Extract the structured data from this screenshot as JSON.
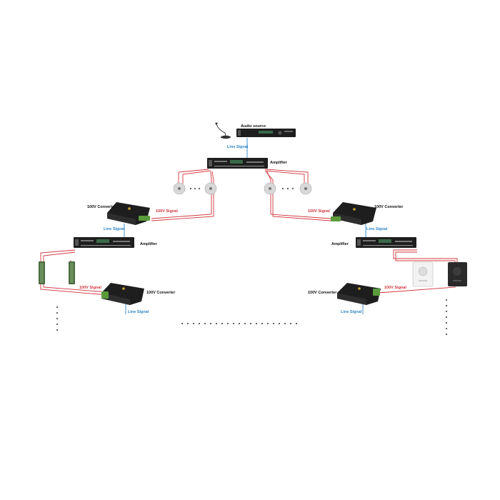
{
  "labels": {
    "audio_source": "Audio source",
    "amplifier": "Amplifier",
    "converter": "100V Converter",
    "line_signal": "Line Signal",
    "v100_signal": "100V Signal"
  },
  "colors": {
    "line_signal": "#2f86c8",
    "v100_signal": "#d0343c",
    "device_body": "#1e1e1e",
    "terminal_green": "#5a9a3a",
    "speaker_grey": "#d8d8d8",
    "dots": "#555555"
  },
  "icons": {
    "microphone": "gooseneck-microphone-icon",
    "ceiling_speaker": "ceiling-speaker-icon",
    "column_speaker": "column-speaker-icon",
    "wall_speaker": "wall-speaker-icon"
  }
}
